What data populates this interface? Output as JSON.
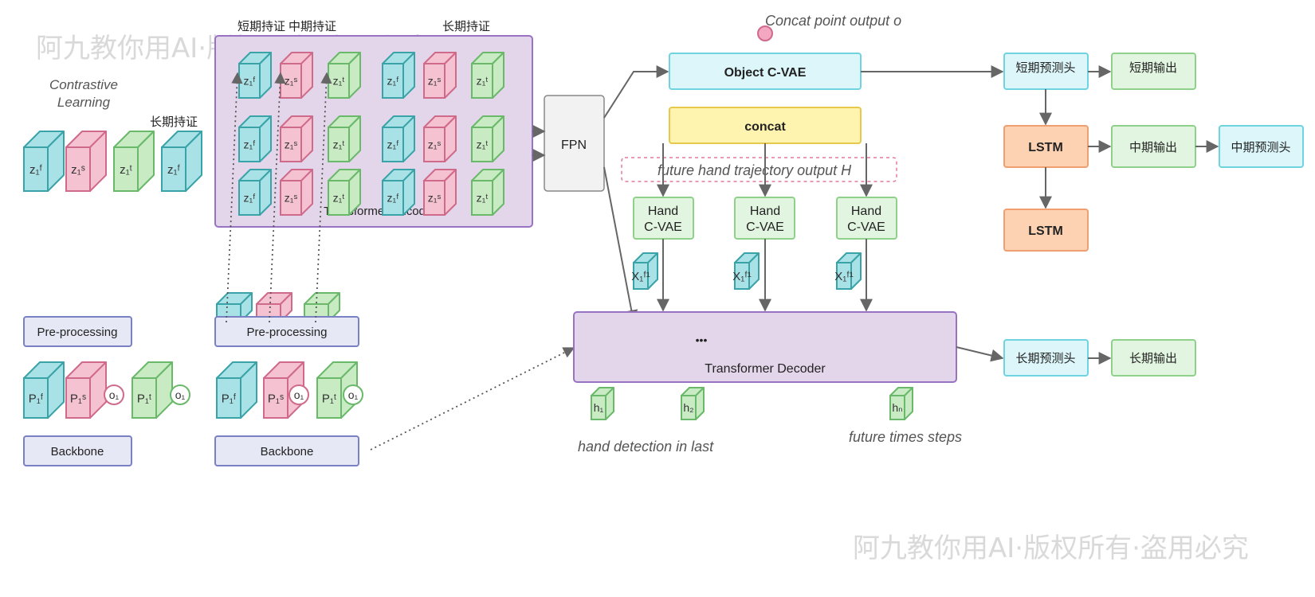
{
  "watermark": {
    "text": "阿九教你用AI·版权所有·盗用必究"
  },
  "labels": {
    "contrastive_1": "Contrastive",
    "contrastive_2": "Learning",
    "long_term_left": "长期持证",
    "short_term_top": "短期持证",
    "mid_term_top": "中期持证",
    "long_term_top": "长期持证",
    "transformer_encoder_partial": "Transformer Encod",
    "concat_point_output": "Concat point output o",
    "future_hand_traj": "future hand trajectory output H",
    "hand_detection_last": "hand detection in last",
    "future_time_steps": "future times steps",
    "ellipsis": "•••"
  },
  "boxes": {
    "preprocessing_left": "Pre-processing",
    "preprocessing_mid": "Pre-processing",
    "backbone_left": "Backbone",
    "backbone_mid": "Backbone",
    "fpn": "FPN",
    "object_cvae": "Object C-VAE",
    "concat": "concat",
    "hand_cvae_l1": "Hand",
    "hand_cvae_l2": "C-VAE",
    "transformer_decoder": "Transformer Decoder",
    "short_pred_head": "短期预测头",
    "short_output": "短期输出",
    "lstm_1": "LSTM",
    "mid_output": "中期输出",
    "mid_pred_head": "中期预测头",
    "lstm_2": "LSTM",
    "long_pred_head": "长期预测头",
    "long_output": "长期输出"
  },
  "cube_labels": {
    "zf": "z₁ᶠ",
    "zs": "z₁ˢ",
    "zt": "z₁ᵗ",
    "pf": "P₁ᶠ",
    "ps": "P₁ˢ",
    "pt": "P₁ᵗ",
    "o1": "o₁",
    "x1": "X₁ᶠ¹",
    "h1": "h₁",
    "h2": "h₂",
    "hn": "hₙ"
  },
  "colors": {
    "teal": "#a8e2e6",
    "teal_stroke": "#3aa3a8",
    "pink": "#f4c2d0",
    "pink_stroke": "#d06a8a",
    "green": "#c8ebc4",
    "green_stroke": "#6ab86a",
    "lavender": "#e4d6ea",
    "lavender_stroke": "#9a72c4",
    "box_blue": "#e6e8f5",
    "box_blue_stroke": "#7a80c4",
    "cyan": "#dcf6fa",
    "cyan_stroke": "#6fd3e0",
    "yellow": "#fff3b0",
    "yellow_stroke": "#e6c84a",
    "orange": "#fdd2b2",
    "orange_stroke": "#f0a070",
    "light_green": "#e2f5e0",
    "light_green_stroke": "#8fd18a",
    "gray": "#f2f2f2",
    "gray_stroke": "#888888",
    "arrow": "#666666"
  }
}
